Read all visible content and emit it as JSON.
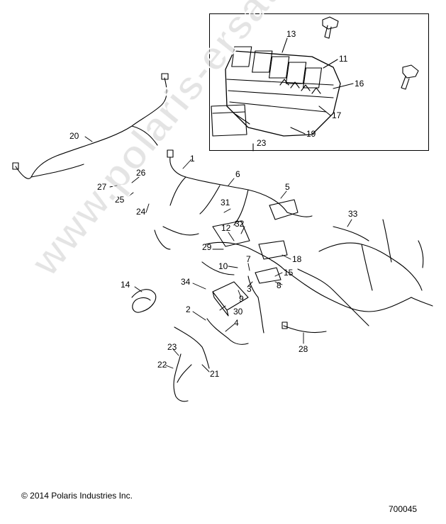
{
  "diagram": {
    "callouts": [
      {
        "id": "c13",
        "label": "13"
      },
      {
        "id": "c11",
        "label": "11"
      },
      {
        "id": "c16",
        "label": "16"
      },
      {
        "id": "c17",
        "label": "17"
      },
      {
        "id": "c19",
        "label": "19"
      },
      {
        "id": "c23a",
        "label": "23"
      },
      {
        "id": "c20",
        "label": "20"
      },
      {
        "id": "c1",
        "label": "1"
      },
      {
        "id": "c26",
        "label": "26"
      },
      {
        "id": "c27",
        "label": "27"
      },
      {
        "id": "c25",
        "label": "25"
      },
      {
        "id": "c24",
        "label": "24"
      },
      {
        "id": "c6",
        "label": "6"
      },
      {
        "id": "c5",
        "label": "5"
      },
      {
        "id": "c31",
        "label": "31"
      },
      {
        "id": "c33",
        "label": "33"
      },
      {
        "id": "c12",
        "label": "12"
      },
      {
        "id": "c32",
        "label": "32"
      },
      {
        "id": "c29",
        "label": "29"
      },
      {
        "id": "c18",
        "label": "18"
      },
      {
        "id": "c10",
        "label": "10"
      },
      {
        "id": "c7",
        "label": "7"
      },
      {
        "id": "c15",
        "label": "15"
      },
      {
        "id": "c34",
        "label": "34"
      },
      {
        "id": "c3",
        "label": "3"
      },
      {
        "id": "c8",
        "label": "8"
      },
      {
        "id": "c9",
        "label": "9"
      },
      {
        "id": "c14",
        "label": "14"
      },
      {
        "id": "c30",
        "label": "30"
      },
      {
        "id": "c2",
        "label": "2"
      },
      {
        "id": "c4",
        "label": "4"
      },
      {
        "id": "c28",
        "label": "28"
      },
      {
        "id": "c23b",
        "label": "23"
      },
      {
        "id": "c22",
        "label": "22"
      },
      {
        "id": "c21",
        "label": "21"
      }
    ]
  },
  "footer": {
    "copyright": "© 2014 Polaris Industries Inc.",
    "figure_id": "700045"
  },
  "watermark": {
    "text": "www.polaris-ersatzteile.de",
    "color": "#cdcdcd"
  },
  "colors": {
    "line": "#000000",
    "background": "#ffffff"
  }
}
